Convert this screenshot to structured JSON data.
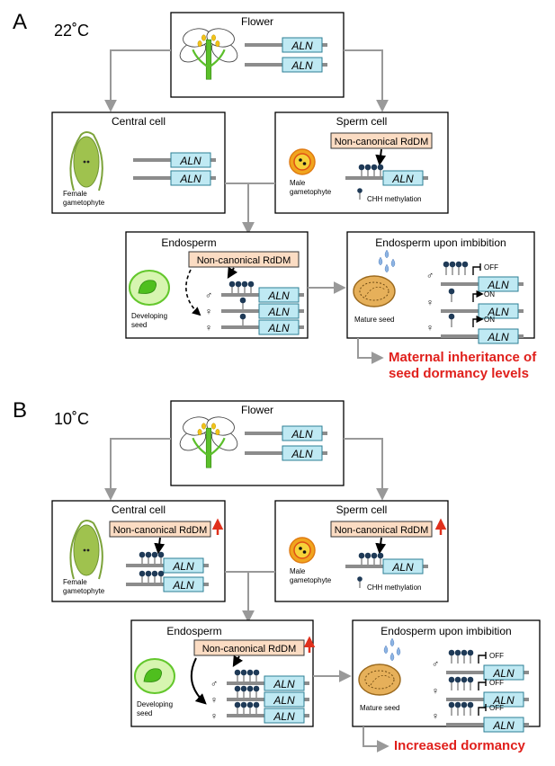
{
  "panels": [
    {
      "letter": "A",
      "temperature": "22˚C",
      "flower_title": "Flower",
      "central_title": "Central cell",
      "female_label": [
        "Female",
        "gametophyte"
      ],
      "sperm_title": "Sperm cell",
      "male_label": [
        "Male",
        "gametophyte"
      ],
      "rddm_label": "Non-canonical RdDM",
      "methylation_legend": "CHH methylation",
      "endosperm_title": "Endosperm",
      "developing_label": [
        "Developing",
        "seed"
      ],
      "imbibition_title": "Endosperm upon imbibition",
      "mature_label": "Mature seed",
      "gene": "ALN",
      "state_labels": [
        "OFF",
        "ON",
        "ON"
      ],
      "outcome": [
        "Maternal inheritance of",
        "seed dormancy levels"
      ]
    },
    {
      "letter": "B",
      "temperature": "10˚C",
      "flower_title": "Flower",
      "central_title": "Central cell",
      "female_label": [
        "Female",
        "gametophyte"
      ],
      "sperm_title": "Sperm cell",
      "male_label": [
        "Male",
        "gametophyte"
      ],
      "rddm_label": "Non-canonical RdDM",
      "methylation_legend": "CHH methylation",
      "endosperm_title": "Endosperm",
      "developing_label": [
        "Developing",
        "seed"
      ],
      "imbibition_title": "Endosperm upon imbibition",
      "mature_label": "Mature seed",
      "gene": "ALN",
      "state_labels": [
        "OFF",
        "OFF",
        "OFF"
      ],
      "outcome": [
        "Increased dormancy"
      ]
    }
  ],
  "parent_symbols": {
    "male": "♂",
    "female": "♀"
  },
  "colors": {
    "gene_box": "#bfe9f3",
    "gene_border": "#2e7f94",
    "rddm_box": "#fbdcc3",
    "outcome_text": "#e0201c",
    "up_arrow": "#e0301c",
    "flow_arrow": "#999999",
    "methylation_dot": "#1f3a57"
  }
}
